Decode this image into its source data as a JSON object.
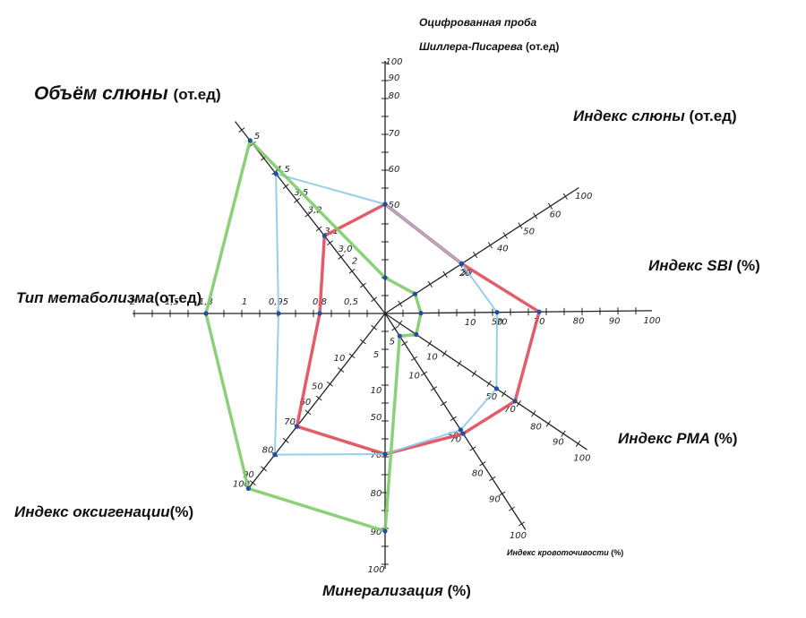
{
  "chart_data": {
    "type": "radar",
    "axes": [
      {
        "id": "schiller",
        "label": "Оцифрованная проба Шиллера-Писарева",
        "unit": "(от.ед)",
        "ticks": [
          "50",
          "60",
          "70",
          "80",
          "90",
          "100"
        ]
      },
      {
        "id": "saliva_index",
        "label": "Индекс слюны",
        "unit": "(от.ед)",
        "ticks": [
          "20",
          "30",
          "40",
          "50",
          "60",
          "100"
        ]
      },
      {
        "id": "sbi",
        "label": "Индекс SBI",
        "unit": "(%)",
        "ticks": [
          "10",
          "20",
          "50",
          "70",
          "80",
          "90",
          "100"
        ]
      },
      {
        "id": "pma",
        "label": "Индекс PMA",
        "unit": "(%)",
        "ticks": [
          "10",
          "50",
          "70",
          "80",
          "90",
          "100"
        ]
      },
      {
        "id": "bleeding",
        "label": "Индекс кровоточивости",
        "unit": "(%)",
        "ticks": [
          "5",
          "10",
          "50",
          "70",
          "80",
          "90",
          "100"
        ]
      },
      {
        "id": "mineralization",
        "label": "Минерализация",
        "unit": "(%)",
        "ticks": [
          "5",
          "10",
          "50",
          "70",
          "80",
          "90",
          "100"
        ]
      },
      {
        "id": "oxygenation",
        "label": "Индекс оксигенации",
        "unit": "(%)",
        "ticks": [
          "10",
          "50",
          "60",
          "70",
          "80",
          "90",
          "100"
        ]
      },
      {
        "id": "metabolism",
        "label": "Тип метаболизма",
        "unit": "(от.ед)",
        "ticks": [
          "0,5",
          "0,8",
          "0,95",
          "1",
          "1,3",
          "1,5",
          "2"
        ]
      },
      {
        "id": "saliva_volume",
        "label": "Объём слюны",
        "unit": "(от.ед)",
        "ticks": [
          "2",
          "3,0",
          "3,1",
          "3,2",
          "3,5",
          "4,5",
          "5"
        ]
      }
    ],
    "series": [
      {
        "color": "#e04a5a",
        "values": [
          50,
          30,
          70,
          70,
          70,
          70,
          70,
          0.8,
          3.1
        ]
      },
      {
        "color": "#8ec8ea",
        "values": [
          50,
          30,
          50,
          50,
          50,
          70,
          80,
          0.95,
          4.5
        ]
      },
      {
        "color": "#7fcc6a",
        "values": [
          5,
          5,
          5,
          5,
          5,
          90,
          100,
          1.3,
          5
        ]
      }
    ]
  },
  "colors": {
    "axis": "#222222"
  }
}
